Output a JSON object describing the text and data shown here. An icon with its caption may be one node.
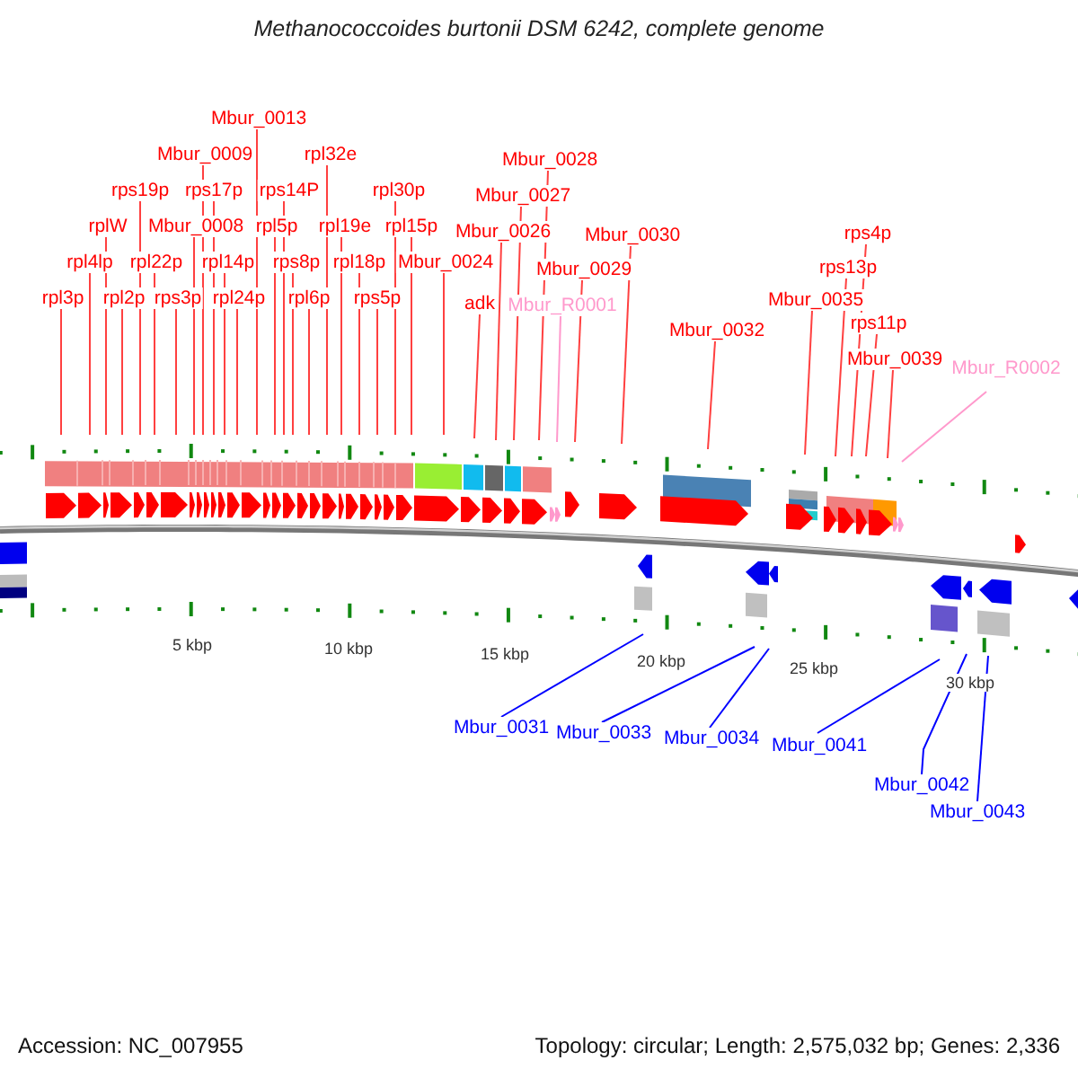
{
  "diagram": {
    "title": "Methanococcoides burtonii DSM 6242, complete genome",
    "nodes": [
      {
        "text": [
          "rpl3p"
        ]
      },
      {
        "text": [
          "rpl4lp"
        ]
      },
      {
        "text": [
          "rplW"
        ]
      },
      {
        "text": [
          "rpl2p"
        ]
      },
      {
        "text": [
          "rps19p"
        ]
      },
      {
        "text": [
          "rpl22p"
        ]
      },
      {
        "text": [
          "rps3p"
        ]
      },
      {
        "text": [
          "Mbur_0008"
        ]
      },
      {
        "text": [
          "Mbur_0009"
        ]
      },
      {
        "text": [
          "rps17p"
        ]
      },
      {
        "text": [
          "rpl14p"
        ]
      },
      {
        "text": [
          "rpl24p"
        ]
      },
      {
        "text": [
          "Mbur_0013"
        ]
      },
      {
        "text": [
          "rpl5p"
        ]
      },
      {
        "text": [
          "rps14P"
        ]
      },
      {
        "text": [
          "rps8p"
        ]
      },
      {
        "text": [
          "rpl6p"
        ]
      },
      {
        "text": [
          "rpl32e"
        ]
      },
      {
        "text": [
          "rpl19e"
        ]
      },
      {
        "text": [
          "rpl18p"
        ]
      },
      {
        "text": [
          "rps5p"
        ]
      },
      {
        "text": [
          "rpl30p"
        ]
      },
      {
        "text": [
          "rpl15p"
        ]
      },
      {
        "text": [
          "Mbur_0024"
        ]
      },
      {
        "text": [
          "adk"
        ]
      },
      {
        "text": [
          "Mbur_0026"
        ]
      },
      {
        "text": [
          "Mbur_0027"
        ]
      },
      {
        "text": [
          "Mbur_0028"
        ]
      },
      {
        "text": [
          "Mbur_R0001"
        ]
      },
      {
        "text": [
          "Mbur_0029"
        ]
      },
      {
        "text": [
          "Mbur_0030"
        ]
      },
      {
        "text": [
          "Mbur_0032"
        ]
      },
      {
        "text": [
          "Mbur_0035"
        ]
      },
      {
        "text": [
          "rps13p"
        ]
      },
      {
        "text": [
          "rps4p"
        ]
      },
      {
        "text": [
          "rps11p"
        ]
      },
      {
        "text": [
          "Mbur_0039"
        ]
      },
      {
        "text": [
          "Mbur_R0002"
        ]
      },
      {
        "text": [
          "Mbur_0031"
        ]
      },
      {
        "text": [
          "Mbur_0033"
        ]
      },
      {
        "text": [
          "Mbur_0034"
        ]
      },
      {
        "text": [
          "Mbur_0041"
        ]
      },
      {
        "text": [
          "Mbur_0042"
        ]
      },
      {
        "text": [
          "Mbur_0043"
        ]
      }
    ],
    "edges": [
      {
        "from": 0,
        "to": null,
        "arrow": "none"
      },
      {
        "from": 1,
        "to": null,
        "arrow": "none"
      },
      {
        "from": 2,
        "to": null,
        "arrow": "none"
      },
      {
        "from": 3,
        "to": null,
        "arrow": "none"
      },
      {
        "from": 4,
        "to": null,
        "arrow": "none"
      },
      {
        "from": 5,
        "to": null,
        "arrow": "none"
      },
      {
        "from": 6,
        "to": null,
        "arrow": "none"
      },
      {
        "from": 7,
        "to": null,
        "arrow": "none"
      },
      {
        "from": 8,
        "to": null,
        "arrow": "none"
      },
      {
        "from": 9,
        "to": null,
        "arrow": "none"
      },
      {
        "from": 10,
        "to": null,
        "arrow": "none"
      },
      {
        "from": 11,
        "to": null,
        "arrow": "none"
      },
      {
        "from": 12,
        "to": null,
        "arrow": "none"
      },
      {
        "from": 13,
        "to": null,
        "arrow": "none"
      },
      {
        "from": 14,
        "to": null,
        "arrow": "none"
      },
      {
        "from": 15,
        "to": null,
        "arrow": "none"
      },
      {
        "from": 16,
        "to": null,
        "arrow": "none"
      },
      {
        "from": 17,
        "to": null,
        "arrow": "none"
      },
      {
        "from": 18,
        "to": null,
        "arrow": "none"
      },
      {
        "from": 19,
        "to": null,
        "arrow": "none"
      },
      {
        "from": 20,
        "to": null,
        "arrow": "none"
      },
      {
        "from": 21,
        "to": null,
        "arrow": "none"
      },
      {
        "from": 22,
        "to": null,
        "arrow": "none"
      },
      {
        "from": 23,
        "to": null,
        "arrow": "none"
      },
      {
        "from": 24,
        "to": null,
        "arrow": "none"
      },
      {
        "from": 25,
        "to": null,
        "arrow": "none"
      },
      {
        "from": 26,
        "to": null,
        "arrow": "none"
      },
      {
        "from": 27,
        "to": null,
        "arrow": "none"
      },
      {
        "from": 28,
        "to": null,
        "arrow": "none",
        "color": "#ff99cc"
      },
      {
        "from": 29,
        "to": null,
        "arrow": "none"
      },
      {
        "from": 30,
        "to": null,
        "arrow": "none"
      },
      {
        "from": 31,
        "to": null,
        "arrow": "none"
      },
      {
        "from": 32,
        "to": null,
        "arrow": "none"
      },
      {
        "from": 33,
        "to": null,
        "arrow": "none"
      },
      {
        "from": 34,
        "to": null,
        "arrow": "none"
      },
      {
        "from": 35,
        "to": null,
        "arrow": "none"
      },
      {
        "from": 36,
        "to": null,
        "arrow": "none"
      },
      {
        "from": 37,
        "to": null,
        "arrow": "none",
        "color": "#ff99cc"
      },
      {
        "from": 38,
        "to": null,
        "arrow": "none",
        "color": "#0000ff"
      },
      {
        "from": 39,
        "to": null,
        "arrow": "none",
        "color": "#0000ff"
      },
      {
        "from": 40,
        "to": null,
        "arrow": "none",
        "color": "#0000ff"
      },
      {
        "from": 41,
        "to": null,
        "arrow": "none",
        "color": "#0000ff"
      },
      {
        "from": 42,
        "to": null,
        "arrow": "none",
        "color": "#0000ff"
      },
      {
        "from": 43,
        "to": null,
        "arrow": "none",
        "color": "#0000ff"
      }
    ],
    "labels": [
      "5 kbp",
      "10 kbp",
      "15 kbp",
      "20 kbp",
      "25 kbp",
      "30 kbp",
      "Accession: NC_007955",
      "Topology: circular; Length: 2,575,032 bp; Genes: 2,336"
    ]
  }
}
